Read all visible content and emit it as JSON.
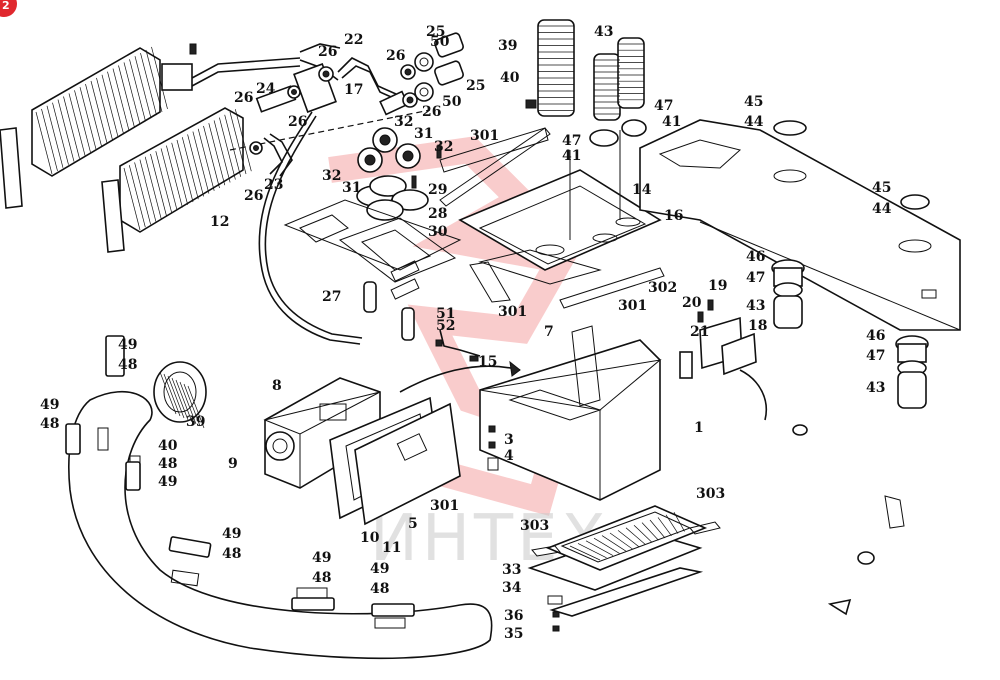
{
  "page_badge": "2",
  "watermark": {
    "text": "ИНТЕХ"
  },
  "callouts": [
    {
      "id": "c-1",
      "text": "1"
    },
    {
      "id": "c-3",
      "text": "3"
    },
    {
      "id": "c-4",
      "text": "4"
    },
    {
      "id": "c-5",
      "text": "5"
    },
    {
      "id": "c-7",
      "text": "7"
    },
    {
      "id": "c-8",
      "text": "8"
    },
    {
      "id": "c-9",
      "text": "9"
    },
    {
      "id": "c-10",
      "text": "10"
    },
    {
      "id": "c-11",
      "text": "11"
    },
    {
      "id": "c-12",
      "text": "12"
    },
    {
      "id": "c-14",
      "text": "14"
    },
    {
      "id": "c-15",
      "text": "15"
    },
    {
      "id": "c-16",
      "text": "16"
    },
    {
      "id": "c-17",
      "text": "17"
    },
    {
      "id": "c-18",
      "text": "18"
    },
    {
      "id": "c-19",
      "text": "19"
    },
    {
      "id": "c-20",
      "text": "20"
    },
    {
      "id": "c-21",
      "text": "21"
    },
    {
      "id": "c-22",
      "text": "22"
    },
    {
      "id": "c-23",
      "text": "23"
    },
    {
      "id": "c-24",
      "text": "24"
    },
    {
      "id": "c-25a",
      "text": "25"
    },
    {
      "id": "c-25b",
      "text": "25"
    },
    {
      "id": "c-26a",
      "text": "26"
    },
    {
      "id": "c-26b",
      "text": "26"
    },
    {
      "id": "c-26c",
      "text": "26"
    },
    {
      "id": "c-26d",
      "text": "26"
    },
    {
      "id": "c-26e",
      "text": "26"
    },
    {
      "id": "c-26f",
      "text": "26"
    },
    {
      "id": "c-27",
      "text": "27"
    },
    {
      "id": "c-28",
      "text": "28"
    },
    {
      "id": "c-29",
      "text": "29"
    },
    {
      "id": "c-30",
      "text": "30"
    },
    {
      "id": "c-31a",
      "text": "31"
    },
    {
      "id": "c-31b",
      "text": "31"
    },
    {
      "id": "c-32a",
      "text": "32"
    },
    {
      "id": "c-32b",
      "text": "32"
    },
    {
      "id": "c-32c",
      "text": "32"
    },
    {
      "id": "c-33",
      "text": "33"
    },
    {
      "id": "c-34",
      "text": "34"
    },
    {
      "id": "c-35",
      "text": "35"
    },
    {
      "id": "c-36",
      "text": "36"
    },
    {
      "id": "c-39a",
      "text": "39"
    },
    {
      "id": "c-39b",
      "text": "39"
    },
    {
      "id": "c-40a",
      "text": "40"
    },
    {
      "id": "c-40b",
      "text": "40"
    },
    {
      "id": "c-41a",
      "text": "41"
    },
    {
      "id": "c-41b",
      "text": "41"
    },
    {
      "id": "c-43a",
      "text": "43"
    },
    {
      "id": "c-43b",
      "text": "43"
    },
    {
      "id": "c-43c",
      "text": "43"
    },
    {
      "id": "c-44a",
      "text": "44"
    },
    {
      "id": "c-44b",
      "text": "44"
    },
    {
      "id": "c-45a",
      "text": "45"
    },
    {
      "id": "c-45b",
      "text": "45"
    },
    {
      "id": "c-46a",
      "text": "46"
    },
    {
      "id": "c-46b",
      "text": "46"
    },
    {
      "id": "c-47a",
      "text": "47"
    },
    {
      "id": "c-47b",
      "text": "47"
    },
    {
      "id": "c-47c",
      "text": "47"
    },
    {
      "id": "c-47d",
      "text": "47"
    },
    {
      "id": "c-48a",
      "text": "48"
    },
    {
      "id": "c-48b",
      "text": "48"
    },
    {
      "id": "c-48c",
      "text": "48"
    },
    {
      "id": "c-48d",
      "text": "48"
    },
    {
      "id": "c-48e",
      "text": "48"
    },
    {
      "id": "c-48f",
      "text": "48"
    },
    {
      "id": "c-49a",
      "text": "49"
    },
    {
      "id": "c-49b",
      "text": "49"
    },
    {
      "id": "c-49c",
      "text": "49"
    },
    {
      "id": "c-49d",
      "text": "49"
    },
    {
      "id": "c-49e",
      "text": "49"
    },
    {
      "id": "c-49f",
      "text": "49"
    },
    {
      "id": "c-50a",
      "text": "50"
    },
    {
      "id": "c-50b",
      "text": "50"
    },
    {
      "id": "c-51",
      "text": "51"
    },
    {
      "id": "c-52",
      "text": "52"
    },
    {
      "id": "c-301a",
      "text": "301"
    },
    {
      "id": "c-301b",
      "text": "301"
    },
    {
      "id": "c-301c",
      "text": "301"
    },
    {
      "id": "c-301d",
      "text": "301"
    },
    {
      "id": "c-302",
      "text": "302"
    },
    {
      "id": "c-303a",
      "text": "303"
    },
    {
      "id": "c-303b",
      "text": "303"
    }
  ]
}
